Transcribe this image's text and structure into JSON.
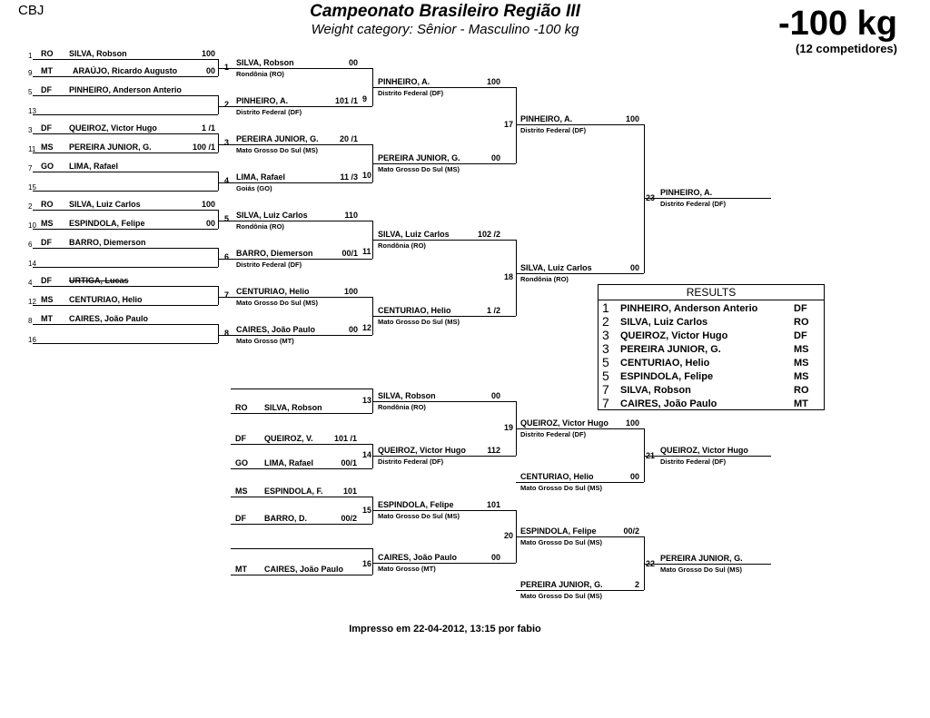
{
  "header": {
    "org": "CBJ",
    "title": "Campeonato Brasileiro Região III",
    "subtitle": "Weight category: Sênior - Masculino -100 kg",
    "weight": "-100 kg",
    "count": "(12 competidores)"
  },
  "main_bracket": {
    "slots": [
      {
        "seed": "1",
        "state": "RO",
        "name": "SILVA, Robson",
        "score": "100",
        "strike": false
      },
      {
        "seed": "9",
        "state": "MT",
        "name": "ARAÚJO, Ricardo Augusto",
        "score": "00",
        "strike": false
      },
      {
        "seed": "5",
        "state": "DF",
        "name": "PINHEIRO, Anderson Anterio",
        "score": "",
        "strike": false
      },
      {
        "seed": "13",
        "state": "",
        "name": "",
        "score": "",
        "strike": false
      },
      {
        "seed": "3",
        "state": "DF",
        "name": "QUEIROZ, Victor Hugo",
        "score": "1 /1",
        "strike": false
      },
      {
        "seed": "11",
        "state": "MS",
        "name": "PEREIRA JUNIOR, G.",
        "score": "100 /1",
        "strike": false
      },
      {
        "seed": "7",
        "state": "GO",
        "name": "LIMA, Rafael",
        "score": "",
        "strike": false
      },
      {
        "seed": "15",
        "state": "",
        "name": "",
        "score": "",
        "strike": false
      },
      {
        "seed": "2",
        "state": "RO",
        "name": "SILVA, Luiz Carlos",
        "score": "100",
        "strike": false
      },
      {
        "seed": "10",
        "state": "MS",
        "name": "ESPINDOLA, Felipe",
        "score": "00",
        "strike": false
      },
      {
        "seed": "6",
        "state": "DF",
        "name": "BARRO, Diemerson",
        "score": "",
        "strike": false
      },
      {
        "seed": "14",
        "state": "",
        "name": "",
        "score": "",
        "strike": false
      },
      {
        "seed": "4",
        "state": "DF",
        "name": "URTIGA, Lucas",
        "score": "",
        "strike": true
      },
      {
        "seed": "12",
        "state": "MS",
        "name": "CENTURIAO, Helio",
        "score": "",
        "strike": false
      },
      {
        "seed": "8",
        "state": "MT",
        "name": "CAIRES, João Paulo",
        "score": "",
        "strike": false
      },
      {
        "seed": "16",
        "state": "",
        "name": "",
        "score": "",
        "strike": false
      }
    ],
    "round2": [
      {
        "match": "1",
        "name": "SILVA, Robson",
        "score": "00",
        "sub": "Rondônia (RO)"
      },
      {
        "match": "2",
        "name": "PINHEIRO, A.",
        "score": "101 /1",
        "sub": "Distrito Federal (DF)"
      },
      {
        "match": "3",
        "name": "PEREIRA JUNIOR, G.",
        "score": "20 /1",
        "sub": "Mato Grosso Do Sul (MS)"
      },
      {
        "match": "4",
        "name": "LIMA, Rafael",
        "score": "11 /3",
        "sub": "Goiás (GO)"
      },
      {
        "match": "5",
        "name": "SILVA, Luiz Carlos",
        "score": "110",
        "sub": "Rondônia (RO)"
      },
      {
        "match": "6",
        "name": "BARRO, Diemerson",
        "score": "00/1",
        "sub": "Distrito Federal (DF)"
      },
      {
        "match": "7",
        "name": "CENTURIAO, Helio",
        "score": "100",
        "sub": "Mato Grosso Do Sul (MS)"
      },
      {
        "match": "8",
        "name": "CAIRES, João Paulo",
        "score": "00",
        "sub": "Mato Grosso (MT)"
      }
    ],
    "round3": [
      {
        "match": "9",
        "name": "PINHEIRO, A.",
        "score": "100",
        "sub": "Distrito Federal (DF)"
      },
      {
        "match": "10",
        "name": "PEREIRA JUNIOR, G.",
        "score": "00",
        "sub": "Mato Grosso Do Sul (MS)"
      },
      {
        "match": "11",
        "name": "SILVA, Luiz Carlos",
        "score": "102 /2",
        "sub": "Rondônia (RO)"
      },
      {
        "match": "12",
        "name": "CENTURIAO, Helio",
        "score": "1 /2",
        "sub": "Mato Grosso Do Sul (MS)"
      }
    ],
    "round4": [
      {
        "match": "17",
        "name": "PINHEIRO, A.",
        "score": "100",
        "sub": "Distrito Federal (DF)"
      },
      {
        "match": "18",
        "name": "SILVA, Luiz Carlos",
        "score": "00",
        "sub": "Rondônia (RO)"
      }
    ],
    "final": {
      "match": "23",
      "name": "PINHEIRO, A.",
      "score": "",
      "sub": "Distrito Federal (DF)"
    }
  },
  "repechage": {
    "entries": [
      {
        "state": "RO",
        "name": "SILVA, Robson",
        "score": ""
      },
      {
        "state": "DF",
        "name": "QUEIROZ, V.",
        "score": "101 /1"
      },
      {
        "state": "GO",
        "name": "LIMA, Rafael",
        "score": "00/1"
      },
      {
        "state": "MS",
        "name": "ESPINDOLA, F.",
        "score": "101"
      },
      {
        "state": "DF",
        "name": "BARRO, D.",
        "score": "00/2"
      },
      {
        "state": "MT",
        "name": "CAIRES, João Paulo",
        "score": ""
      }
    ],
    "r2": [
      {
        "match": "13",
        "name": "SILVA, Robson",
        "score": "00",
        "sub": "Rondônia (RO)"
      },
      {
        "match": "14",
        "name": "QUEIROZ, Victor Hugo",
        "score": "112",
        "sub": "Distrito Federal (DF)"
      },
      {
        "match": "15",
        "name": "ESPINDOLA, Felipe",
        "score": "101",
        "sub": "Mato Grosso Do Sul (MS)"
      },
      {
        "match": "16",
        "name": "CAIRES, João Paulo",
        "score": "00",
        "sub": "Mato Grosso (MT)"
      }
    ],
    "r3": [
      {
        "match": "19",
        "name": "QUEIROZ, Victor Hugo",
        "score": "100",
        "sub": "Distrito Federal (DF)"
      },
      {
        "match": "",
        "name": "CENTURIAO, Helio",
        "score": "00",
        "sub": "Mato Grosso Do Sul (MS)"
      },
      {
        "match": "20",
        "name": "ESPINDOLA, Felipe",
        "score": "00/2",
        "sub": "Mato Grosso Do Sul (MS)"
      },
      {
        "match": "",
        "name": "PEREIRA JUNIOR, G.",
        "score": "2",
        "sub": "Mato Grosso Do Sul (MS)"
      }
    ],
    "bronze": [
      {
        "match": "21",
        "name": "QUEIROZ, Victor Hugo",
        "score": "",
        "sub": "Distrito Federal (DF)"
      },
      {
        "match": "22",
        "name": "PEREIRA JUNIOR, G.",
        "score": "",
        "sub": "Mato Grosso Do Sul (MS)"
      }
    ]
  },
  "results": {
    "title": "RESULTS",
    "rows": [
      {
        "pos": "1",
        "name": "PINHEIRO, Anderson Anterio",
        "state": "DF"
      },
      {
        "pos": "2",
        "name": "SILVA, Luiz Carlos",
        "state": "RO"
      },
      {
        "pos": "3",
        "name": "QUEIROZ, Victor Hugo",
        "state": "DF"
      },
      {
        "pos": "3",
        "name": "PEREIRA JUNIOR, G.",
        "state": "MS"
      },
      {
        "pos": "5",
        "name": "CENTURIAO, Helio",
        "state": "MS"
      },
      {
        "pos": "5",
        "name": "ESPINDOLA, Felipe",
        "state": "MS"
      },
      {
        "pos": "7",
        "name": "SILVA, Robson",
        "state": "RO"
      },
      {
        "pos": "7",
        "name": "CAIRES, João Paulo",
        "state": "MT"
      }
    ]
  },
  "footer": "Impresso em 22-04-2012, 13:15 por fabio"
}
